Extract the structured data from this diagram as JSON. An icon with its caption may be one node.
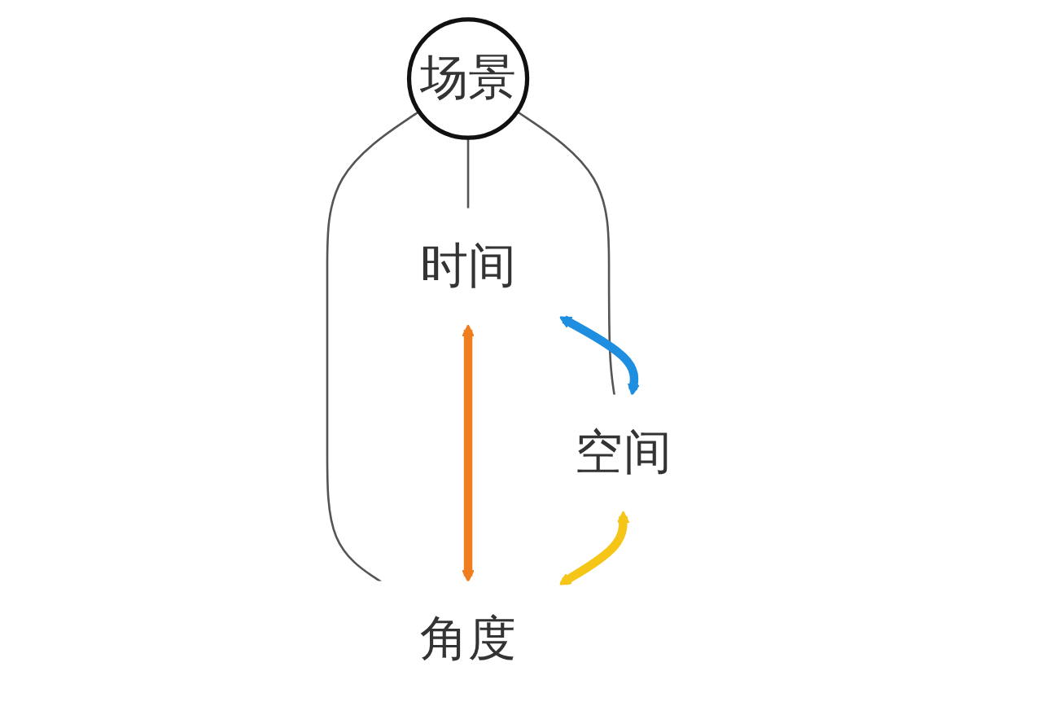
{
  "diagram": {
    "nodes": [
      {
        "text": [
          "时间"
        ]
      },
      {
        "text": [
          "场景"
        ]
      },
      {
        "text": [
          "空间"
        ]
      },
      {
        "text": [
          "角度"
        ]
      }
    ],
    "edges": [
      {
        "from": 1,
        "to": 0,
        "arrow": "none"
      },
      {
        "from": 1,
        "to": 2,
        "arrow": "none"
      },
      {
        "from": 1,
        "to": 3,
        "arrow": "none"
      },
      {
        "from": 0,
        "to": 2,
        "arrow": "both",
        "style": "thick",
        "color": "#1e8fe0"
      },
      {
        "from": 0,
        "to": 3,
        "arrow": "both",
        "style": "thick",
        "color": "#f07d1e"
      },
      {
        "from": 2,
        "to": 3,
        "arrow": "both",
        "style": "thick",
        "color": "#f5c518"
      }
    ]
  }
}
